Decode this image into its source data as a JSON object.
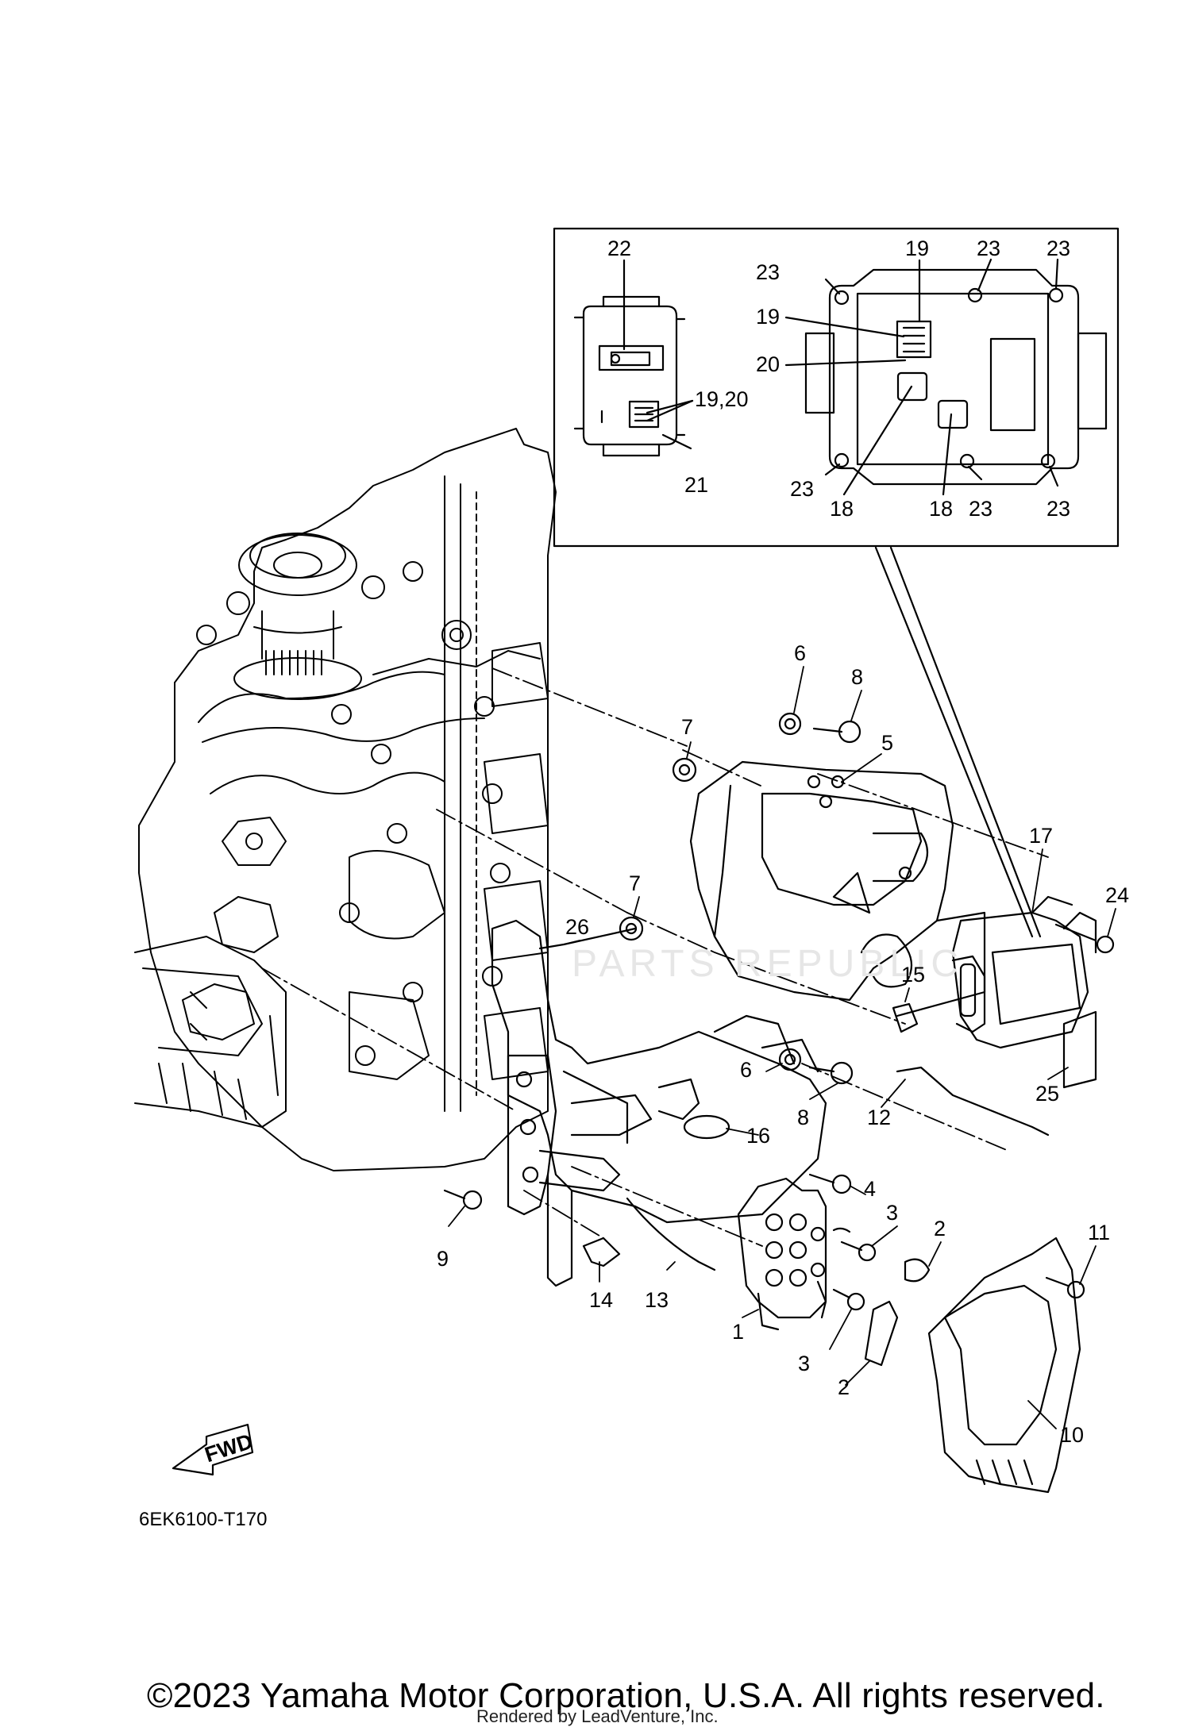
{
  "diagram": {
    "code": "6EK6100-T170",
    "fwd_label": "FWD",
    "watermark": "PARTS REPUBLIC",
    "copyright": "©2023 Yamaha Motor Corporation, U.S.A. All rights reserved.",
    "rendered_by": "Rendered by LeadVenture, Inc."
  },
  "callouts": {
    "inset": [
      "22",
      "19",
      "23",
      "23",
      "23",
      "19",
      "20",
      "19,20",
      "21",
      "23",
      "18",
      "18",
      "23",
      "23"
    ],
    "main": [
      "6",
      "8",
      "7",
      "5",
      "7",
      "17",
      "24",
      "26",
      "15",
      "6",
      "8",
      "12",
      "25",
      "16",
      "4",
      "9",
      "3",
      "2",
      "11",
      "14",
      "13",
      "1",
      "3",
      "2",
      "10"
    ]
  }
}
